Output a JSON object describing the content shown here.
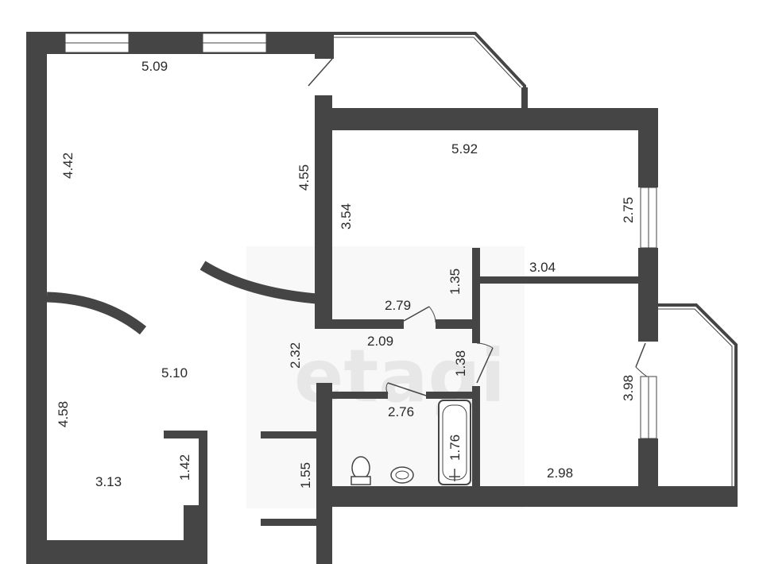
{
  "watermark": "etagi",
  "dimensions": {
    "top_wall": "5.09",
    "left_upper": "4.42",
    "kitchen_right": "4.55",
    "room_top": "5.92",
    "room_left": "3.54",
    "room_right_window": "2.75",
    "closet_height": "1.35",
    "room_bottom": "3.04",
    "door_span": "2.79",
    "hall_width": "2.09",
    "hall_height": "2.32",
    "center": "5.10",
    "bath_door_height": "1.38",
    "left_lower": "4.58",
    "bath_width": "2.76",
    "bathtub": "1.76",
    "bedroom_height": "3.98",
    "bedroom_width": "2.98",
    "alcove_width": "3.13",
    "alcove_height": "1.42",
    "entry_height": "1.55"
  }
}
